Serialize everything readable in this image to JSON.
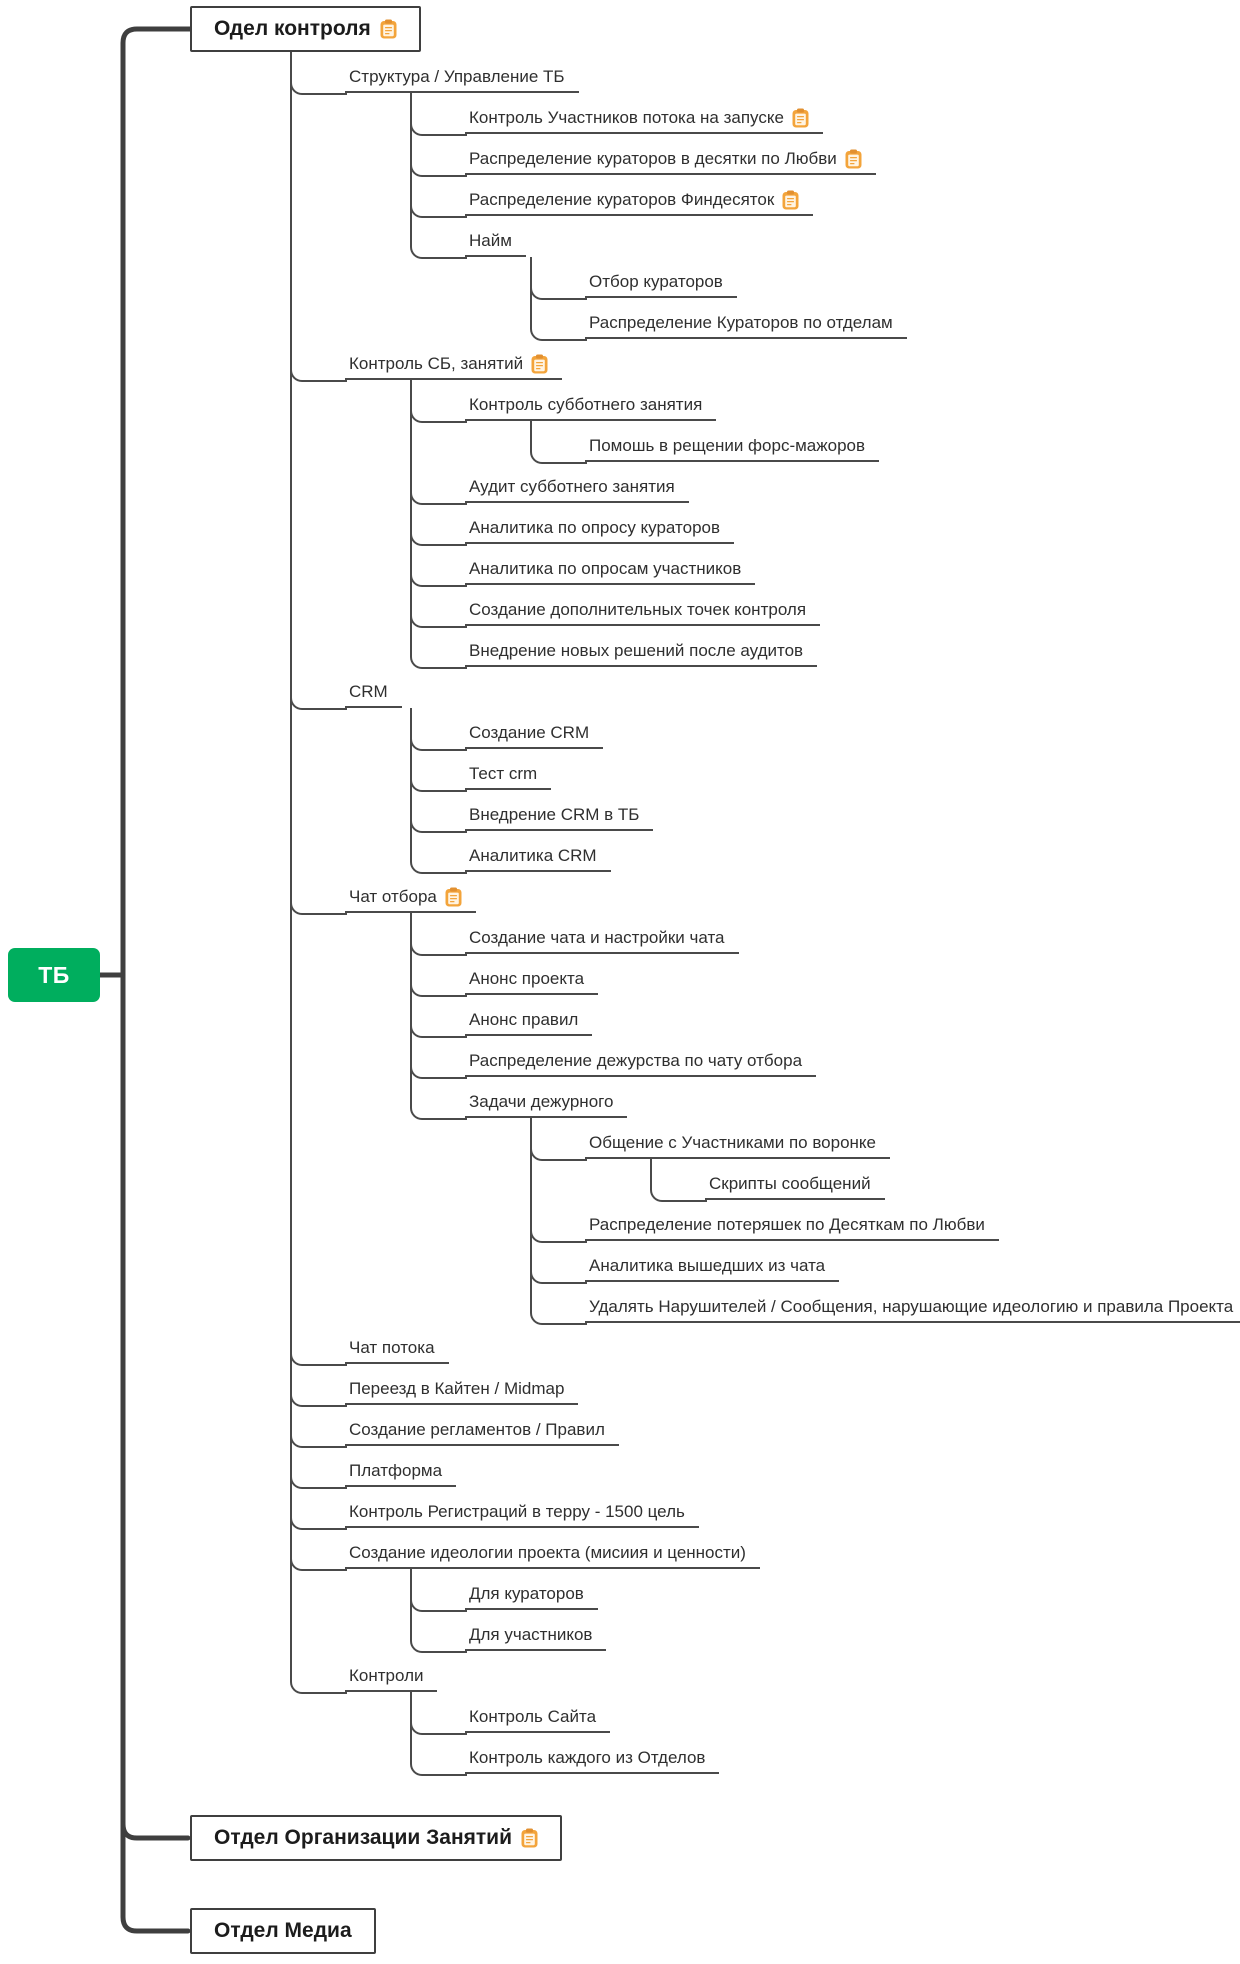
{
  "root_node": {
    "label": "ТБ"
  },
  "colors": {
    "root_bg": "#00AE5E",
    "root_text": "#FFFFFF",
    "spine_line": "#3F3F3F",
    "branch_line": "#4A4A4A",
    "text": "#2F2F2F",
    "box_border": "#3F3F3F",
    "icon_orange": "#F3A43B"
  },
  "icons": {
    "clipboard": "📋"
  },
  "main_topics": [
    {
      "label": "Одел контроля",
      "icon": "clipboard",
      "children": [
        {
          "label": "Структура / Управление ТБ",
          "children": [
            {
              "label": "Контроль Участников потока на запуске",
              "icon": "clipboard"
            },
            {
              "label": "Распределение кураторов в десятки по Любви",
              "icon": "clipboard"
            },
            {
              "label": "Распределение кураторов Финдесяток",
              "icon": "clipboard"
            },
            {
              "label": "Найм",
              "children": [
                {
                  "label": "Отбор кураторов"
                },
                {
                  "label": "Распределение Кураторов по отделам"
                }
              ]
            }
          ]
        },
        {
          "label": "Контроль СБ, занятий",
          "icon": "clipboard",
          "children": [
            {
              "label": "Контроль субботнего занятия",
              "children": [
                {
                  "label": "Помошь в рещении форс-мажоров"
                }
              ]
            },
            {
              "label": "Аудит субботнего занятия"
            },
            {
              "label": "Аналитика по опросу кураторов"
            },
            {
              "label": "Аналитика по опросам участников"
            },
            {
              "label": "Создание дополнительных точек контроля"
            },
            {
              "label": "Внедрение новых решений после аудитов"
            }
          ]
        },
        {
          "label": "CRM",
          "children": [
            {
              "label": "Создание CRM"
            },
            {
              "label": "Тест crm"
            },
            {
              "label": "Внедрение CRM в ТБ"
            },
            {
              "label": "Аналитика CRM"
            }
          ]
        },
        {
          "label": "Чат отбора",
          "icon": "clipboard",
          "children": [
            {
              "label": "Создание чата и настройки чата"
            },
            {
              "label": "Анонс проекта"
            },
            {
              "label": "Анонс правил"
            },
            {
              "label": "Распределение дежурства по чату отбора"
            },
            {
              "label": "Задачи дежурного",
              "children": [
                {
                  "label": "Общение с Участниками по воронке",
                  "children": [
                    {
                      "label": "Скрипты сообщений"
                    }
                  ]
                },
                {
                  "label": "Распределение потеряшек по Десяткам по Любви"
                },
                {
                  "label": "Аналитика вышедших из чата"
                },
                {
                  "label": "Удалять Нарушителей / Сообщения, нарушающие идеологию и правила Проекта"
                }
              ]
            }
          ]
        },
        {
          "label": "Чат потока"
        },
        {
          "label": "Переезд в Кайтен / Midmap"
        },
        {
          "label": "Создание регламентов / Правил"
        },
        {
          "label": "Платформа"
        },
        {
          "label": "Контроль Регистраций в терру - 1500 цель"
        },
        {
          "label": "Создание идеологии проекта (мисиия и ценности)",
          "children": [
            {
              "label": "Для кураторов"
            },
            {
              "label": "Для участников"
            }
          ]
        },
        {
          "label": "Контроли",
          "children": [
            {
              "label": "Контроль Сайта"
            },
            {
              "label": "Контроль каждого из Отделов"
            }
          ]
        }
      ]
    },
    {
      "label": "Отдел Организации Занятий",
      "icon": "clipboard"
    },
    {
      "label": "Отдел Медиа"
    }
  ]
}
